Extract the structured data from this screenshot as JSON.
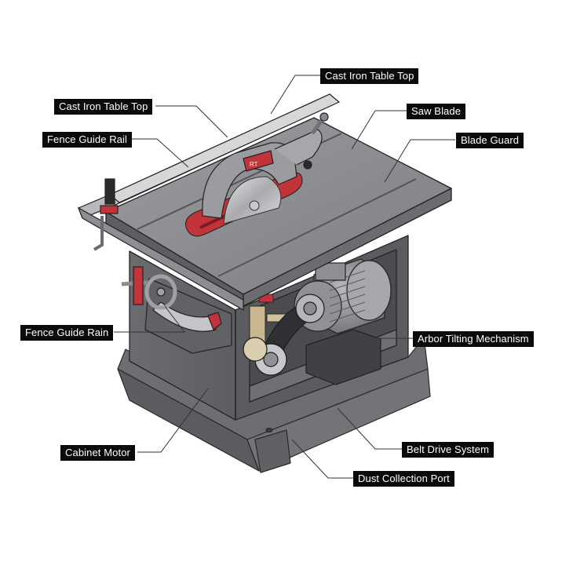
{
  "diagram": {
    "subject": "Table saw (isometric cutaway illustration)",
    "colors": {
      "background": "#ffffff",
      "label_bg": "#0a0a0a",
      "label_text": "#ffffff",
      "body_gray": "#6f7175",
      "table_gray": "#8a8c90",
      "accent_red": "#c0343a",
      "leader_line": "#333333"
    },
    "labels": [
      {
        "id": "cast-iron-table-top-upper",
        "text": "Cast Iron Table Top"
      },
      {
        "id": "cast-iron-table-top-left",
        "text": "Cast Iron Table Top"
      },
      {
        "id": "saw-blade",
        "text": "Saw Blade"
      },
      {
        "id": "fence-guide-rail",
        "text": "Fence Guide Rail"
      },
      {
        "id": "blade-guard",
        "text": "Blade Guard"
      },
      {
        "id": "fence-guide-rain",
        "text": "Fence Guide Rain"
      },
      {
        "id": "arbor-tilting-mechanism",
        "text": "Arbor Tilting Mechanism"
      },
      {
        "id": "cabinet-motor",
        "text": "Cabinet Motor"
      },
      {
        "id": "belt-drive-system",
        "text": "Belt Drive System"
      },
      {
        "id": "dust-collection-port",
        "text": "Dust Collection Port"
      }
    ],
    "blade_guard_marking": "RT"
  }
}
